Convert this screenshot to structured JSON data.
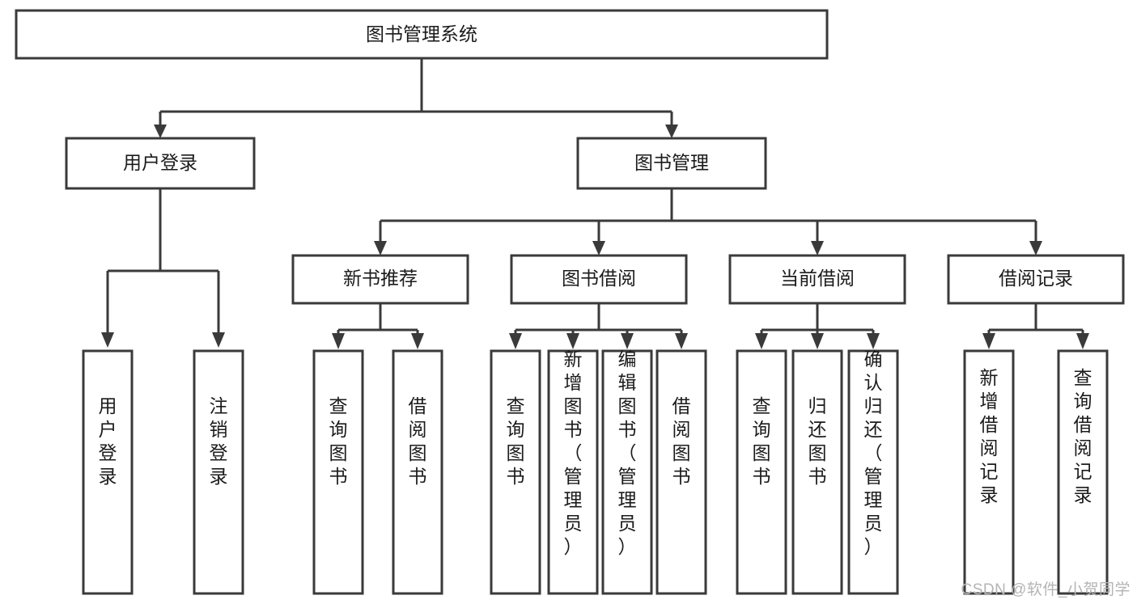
{
  "diagram": {
    "type": "tree",
    "orientation": "top-down",
    "root": "图书管理系统",
    "watermark": "CSDN @软件_小贺同学",
    "colors": {
      "stroke": "#3a3a3a",
      "node_fill": "#ffffff",
      "text": "#1b1b1b",
      "background": "#ffffff",
      "watermark": "#b4b4b4"
    },
    "nodes": {
      "root": {
        "label": "图书管理系统",
        "level": 0,
        "text_orientation": "horizontal"
      },
      "l1": [
        {
          "id": "user-login",
          "label": "用户登录",
          "text_orientation": "horizontal"
        },
        {
          "id": "book-manage",
          "label": "图书管理",
          "text_orientation": "horizontal"
        }
      ],
      "l2": [
        {
          "id": "new-book-recommend",
          "label": "新书推荐",
          "parent": "book-manage",
          "text_orientation": "horizontal"
        },
        {
          "id": "book-borrow",
          "label": "图书借阅",
          "parent": "book-manage",
          "text_orientation": "horizontal"
        },
        {
          "id": "current-borrow",
          "label": "当前借阅",
          "parent": "book-manage",
          "text_orientation": "horizontal"
        },
        {
          "id": "borrow-record",
          "label": "借阅记录",
          "parent": "book-manage",
          "text_orientation": "horizontal"
        }
      ],
      "leaves": [
        {
          "id": "leaf-user-login",
          "parent": "user-login",
          "label": "用户登录",
          "text_orientation": "vertical"
        },
        {
          "id": "leaf-logout",
          "parent": "user-login",
          "label": "注销登录",
          "text_orientation": "vertical"
        },
        {
          "id": "leaf-query-book-rec",
          "parent": "new-book-recommend",
          "label": "查询图书",
          "text_orientation": "vertical"
        },
        {
          "id": "leaf-borrow-book-rec",
          "parent": "new-book-recommend",
          "label": "借阅图书",
          "text_orientation": "vertical"
        },
        {
          "id": "leaf-query-book-borrow",
          "parent": "book-borrow",
          "label": "查询图书",
          "text_orientation": "vertical"
        },
        {
          "id": "leaf-add-book",
          "parent": "book-borrow",
          "label": "新增图书（管理员）",
          "text_orientation": "vertical"
        },
        {
          "id": "leaf-edit-book",
          "parent": "book-borrow",
          "label": "编辑图书（管理员）",
          "text_orientation": "vertical"
        },
        {
          "id": "leaf-borrow-book",
          "parent": "book-borrow",
          "label": "借阅图书",
          "text_orientation": "vertical"
        },
        {
          "id": "leaf-query-book-current",
          "parent": "current-borrow",
          "label": "查询图书",
          "text_orientation": "vertical"
        },
        {
          "id": "leaf-return-book",
          "parent": "current-borrow",
          "label": "归还图书",
          "text_orientation": "vertical"
        },
        {
          "id": "leaf-confirm-return",
          "parent": "current-borrow",
          "label": "确认归还（管理员）",
          "text_orientation": "vertical"
        },
        {
          "id": "leaf-add-record",
          "parent": "borrow-record",
          "label": "新增借阅记录",
          "text_orientation": "vertical"
        },
        {
          "id": "leaf-query-record",
          "parent": "borrow-record",
          "label": "查询借阅记录",
          "text_orientation": "vertical"
        }
      ]
    }
  }
}
